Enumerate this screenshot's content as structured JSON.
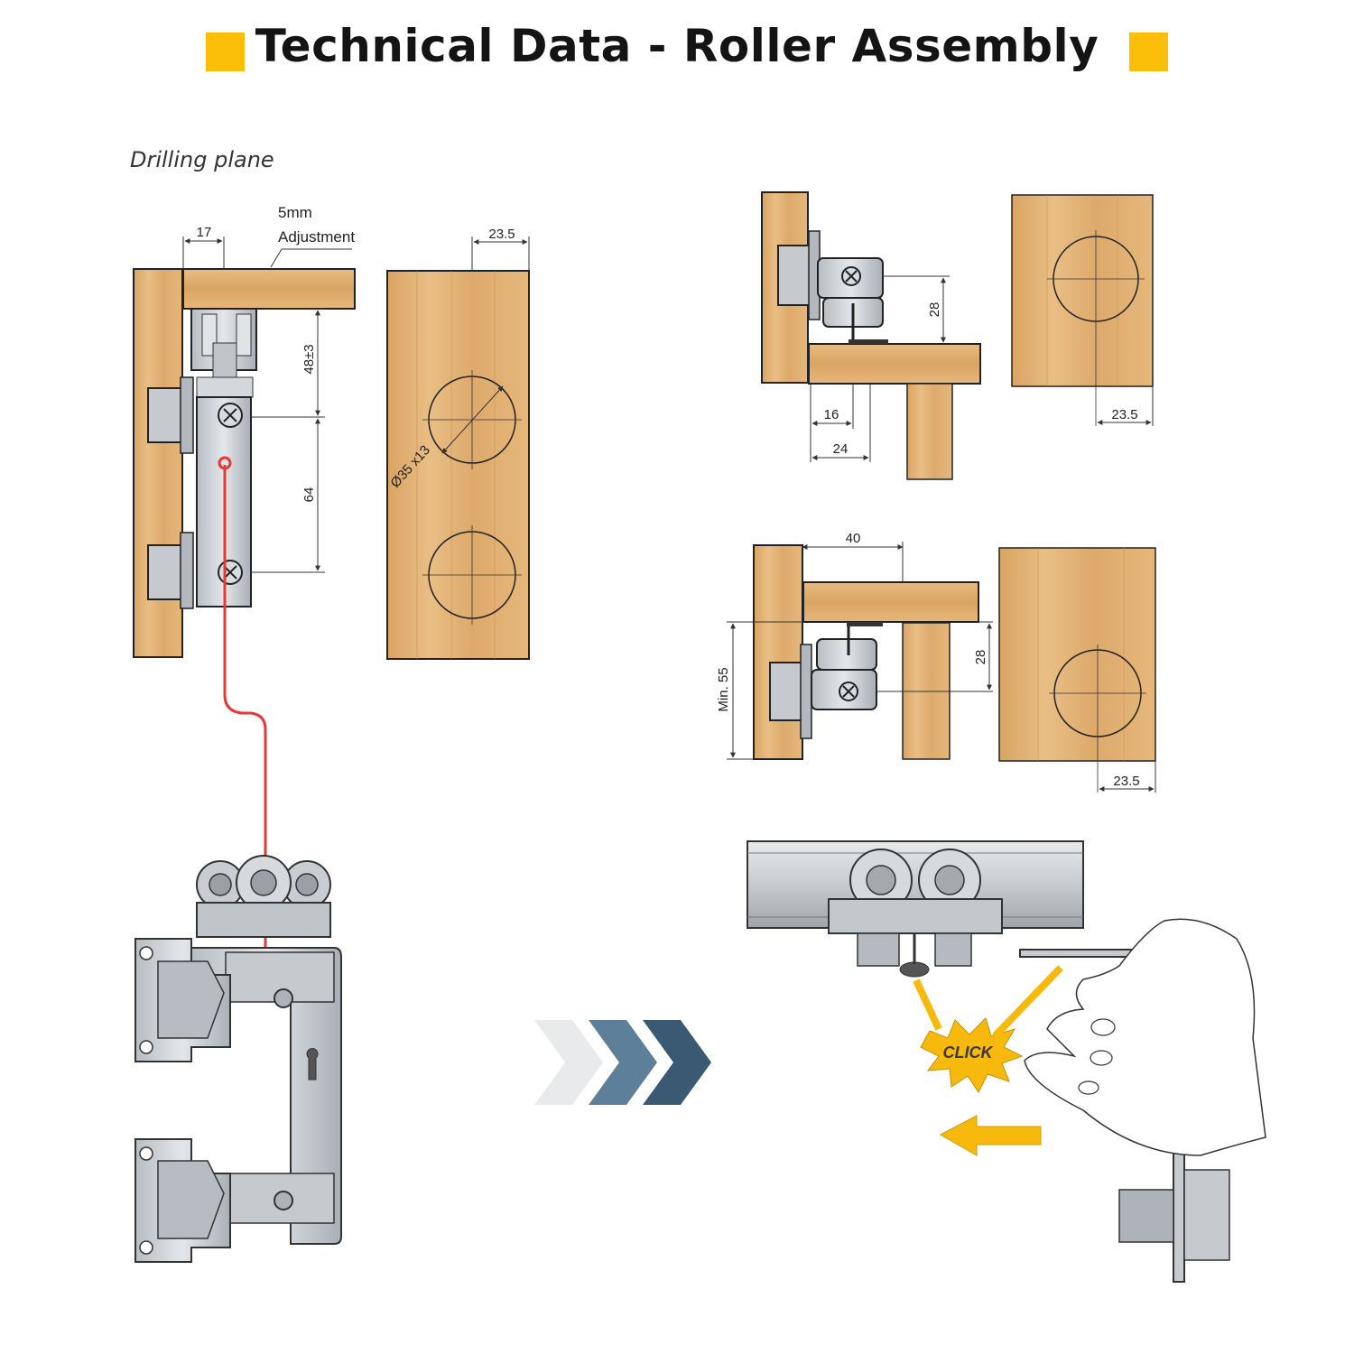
{
  "header": {
    "title": "Technical Data - Roller Assembly",
    "accent_color": "#FBBF0A"
  },
  "caption": "Drilling plane",
  "dims": {
    "d17": "17",
    "adjust_1": "5mm",
    "adjust_2": "Adjustment",
    "d23_5": "23.5",
    "d48": "48±3",
    "d64": "64",
    "bore": "Ø35 x13",
    "d28": "28",
    "d16": "16",
    "d24": "24",
    "d40": "40",
    "min55": "Min. 55"
  },
  "labels": {
    "click": "CLICK"
  },
  "colors": {
    "wood": "#E0AF72",
    "wood_dark": "#C9914D",
    "metal": "#C9CDD2",
    "metal_dark": "#8E949A",
    "red_line": "#E53935",
    "arrow_light": "#E8EAEC",
    "arrow_mid": "#5E7F99",
    "arrow_dark": "#3A5A73",
    "yellow": "#F6B90C"
  }
}
